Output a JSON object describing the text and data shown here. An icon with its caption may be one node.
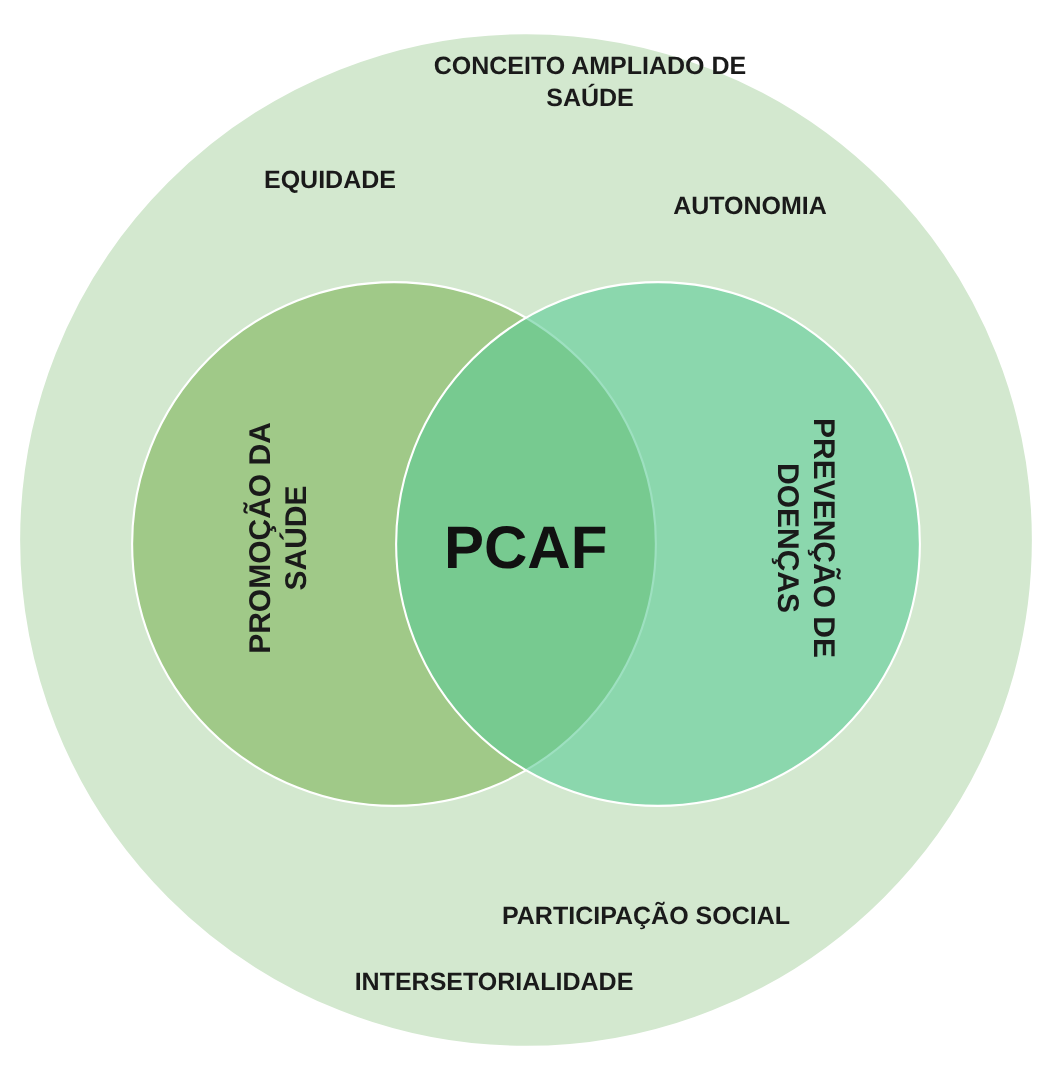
{
  "diagram": {
    "nodes": [
      {
        "text": [
          "CONCEITO AMPLIADO DE SAÚDE",
          "EQUIDADE",
          "AUTONOMIA",
          "PARTICIPAÇÃO SOCIAL",
          "INTERSETORIALIDADE"
        ]
      },
      {
        "text": [
          "PROMOÇÃO DA SAÚDE"
        ],
        "in": 0
      },
      {
        "text": [
          "PREVENÇÃO DE DOENÇAS"
        ],
        "in": 0
      }
    ],
    "edges": [],
    "labels": [
      "PCAF"
    ]
  }
}
